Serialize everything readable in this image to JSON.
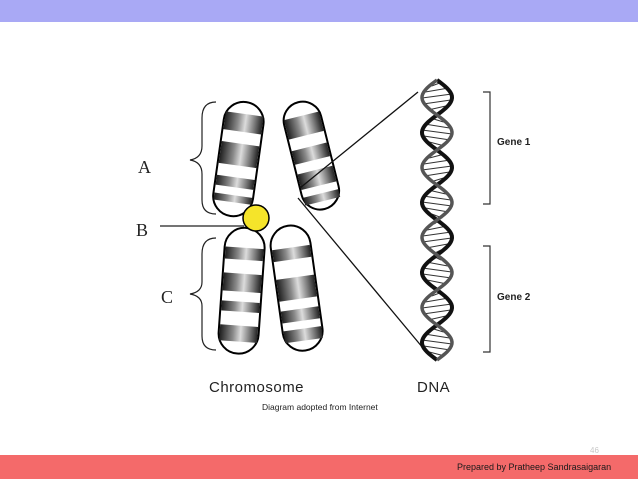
{
  "slide": {
    "credit": "Prepared by Pratheep Sandrasaigaran",
    "page_number": "46",
    "colors": {
      "top_bar": "#a9a9f5",
      "bottom_bar": "#f46a6a",
      "centromere": "#f5e42a"
    }
  },
  "diagram": {
    "labels": {
      "a": "A",
      "b": "B",
      "c": "C"
    },
    "chromosome_caption": "Chromosome",
    "dna_caption": "DNA",
    "gene_1": "Gene 1",
    "gene_2": "Gene 2",
    "source_note": "Diagram adopted from Internet"
  }
}
